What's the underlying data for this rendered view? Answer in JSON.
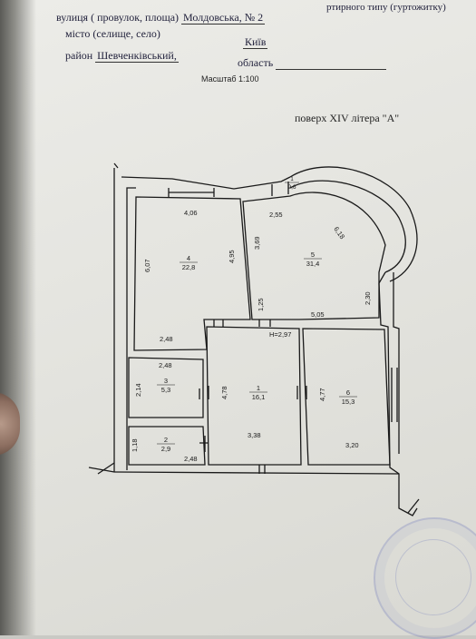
{
  "header": {
    "top_fragment": "ртирного типу (гуртожитку)",
    "street_label": "вулиця ( провулок, площа)",
    "street_value": "Молдовська, № 2",
    "city_label": "місто (селище, село)",
    "city_value": "Київ",
    "district_label": "район",
    "district_value": "Шевченківський,",
    "region_label": "область",
    "scale": "Масштаб 1:100",
    "floor": "поверх XIV літера \"А\""
  },
  "rooms": [
    {
      "number": "1",
      "area": "16,1"
    },
    {
      "number": "2",
      "area": "2,9"
    },
    {
      "number": "3",
      "area": "5,3"
    },
    {
      "number": "4",
      "area": "22,8"
    },
    {
      "number": "5",
      "area": "31,4"
    },
    {
      "number": "6",
      "area": "15,3"
    },
    {
      "number": "1",
      "area": "9,6"
    }
  ],
  "dimensions": {
    "d406": "4,06",
    "d607": "6,07",
    "d495": "4,95",
    "d248a": "2,48",
    "d255": "2,55",
    "d618": "6,18",
    "d369": "3,69",
    "d230": "2,30",
    "d125": "1,25",
    "d505": "5,05",
    "height": "Н=2,97",
    "d248b": "2,48",
    "d214": "2,14",
    "d478": "4,78",
    "d477": "4,77",
    "d118": "1,18",
    "d248c": "2,48",
    "d338": "3,38",
    "d320": "3,20"
  }
}
